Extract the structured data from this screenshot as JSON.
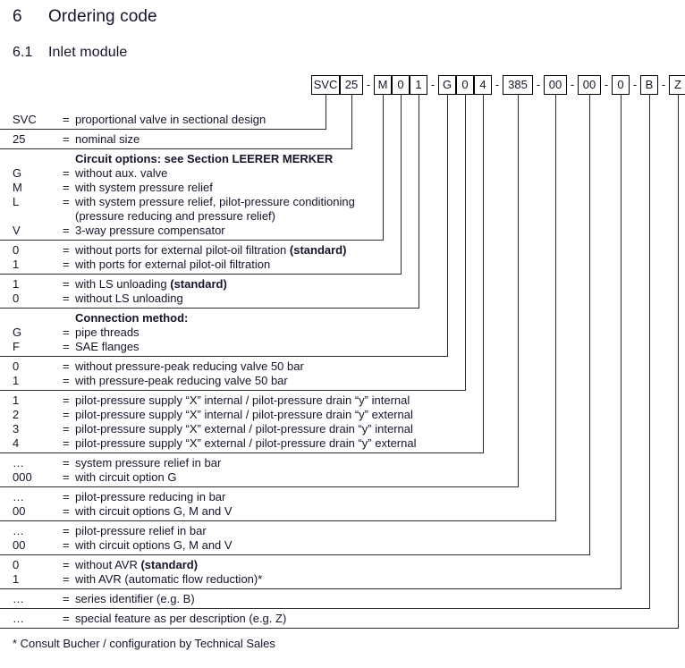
{
  "document": {
    "section_number": "6",
    "section_title": "Ordering code",
    "subsection_number": "6.1",
    "subsection_title": "Inlet module",
    "footnote": "* Consult Bucher / configuration by Technical Sales"
  },
  "code_string": {
    "segments": [
      {
        "text": "SVC",
        "type": "box"
      },
      {
        "text": "25",
        "type": "box"
      },
      {
        "text": "-",
        "type": "dash"
      },
      {
        "text": "M",
        "type": "box"
      },
      {
        "text": "0",
        "type": "box"
      },
      {
        "text": "1",
        "type": "box"
      },
      {
        "text": "-",
        "type": "dash"
      },
      {
        "text": "G",
        "type": "box"
      },
      {
        "text": "0",
        "type": "box"
      },
      {
        "text": "4",
        "type": "box"
      },
      {
        "text": "-",
        "type": "dash"
      },
      {
        "text": "385",
        "type": "box"
      },
      {
        "text": "-",
        "type": "dash"
      },
      {
        "text": "00",
        "type": "box"
      },
      {
        "text": "-",
        "type": "dash"
      },
      {
        "text": "00",
        "type": "box"
      },
      {
        "text": "-",
        "type": "dash"
      },
      {
        "text": "0",
        "type": "box"
      },
      {
        "text": "-",
        "type": "dash"
      },
      {
        "text": "B",
        "type": "box"
      },
      {
        "text": "-",
        "type": "dash"
      },
      {
        "text": "Z",
        "type": "box"
      }
    ]
  },
  "groups": [
    {
      "id": "designation",
      "rows": [
        {
          "code": "SVC",
          "eq": "=",
          "desc": "proportional valve in sectional design"
        }
      ]
    },
    {
      "id": "nominal-size",
      "rows": [
        {
          "code": "25",
          "eq": "=",
          "desc": "nominal size"
        }
      ]
    },
    {
      "id": "circuit-options",
      "heading": "Circuit options: see Section LEERER MERKER",
      "rows": [
        {
          "code": "G",
          "eq": "=",
          "desc": "without aux. valve"
        },
        {
          "code": "M",
          "eq": "=",
          "desc": "with system pressure relief"
        },
        {
          "code": "L",
          "eq": "=",
          "desc": "with system pressure relief, pilot-pressure conditioning"
        },
        {
          "code": "",
          "eq": "",
          "desc": "(pressure reducing and pressure relief)"
        },
        {
          "code": "V",
          "eq": "=",
          "desc": "3-way pressure compensator"
        }
      ]
    },
    {
      "id": "pilot-oil-filtration",
      "rows": [
        {
          "code": "0",
          "eq": "=",
          "desc": "without ports for external pilot-oil filtration ",
          "bold_suffix": "(standard)"
        },
        {
          "code": "1",
          "eq": "=",
          "desc": "with ports for external pilot-oil filtration"
        }
      ]
    },
    {
      "id": "ls-unloading",
      "rows": [
        {
          "code": "1",
          "eq": "=",
          "desc": "with LS unloading ",
          "bold_suffix": "(standard)"
        },
        {
          "code": "0",
          "eq": "=",
          "desc": "without LS unloading"
        }
      ]
    },
    {
      "id": "connection-method",
      "heading": "Connection method:",
      "rows": [
        {
          "code": "G",
          "eq": "=",
          "desc": "pipe threads"
        },
        {
          "code": "F",
          "eq": "=",
          "desc": "SAE flanges"
        }
      ]
    },
    {
      "id": "pressure-peak-reducing",
      "rows": [
        {
          "code": "0",
          "eq": "=",
          "desc": "without pressure-peak reducing valve 50 bar"
        },
        {
          "code": "1",
          "eq": "=",
          "desc": "with pressure-peak reducing valve 50 bar"
        }
      ]
    },
    {
      "id": "pilot-pressure-supply-drain",
      "rows": [
        {
          "code": "1",
          "eq": "=",
          "desc": "pilot-pressure supply “X” internal / pilot-pressure drain “y” internal"
        },
        {
          "code": "2",
          "eq": "=",
          "desc": "pilot-pressure supply “X” internal / pilot-pressure drain “y” external"
        },
        {
          "code": "3",
          "eq": "=",
          "desc": "pilot-pressure supply “X” external / pilot-pressure drain “y” internal"
        },
        {
          "code": "4",
          "eq": "=",
          "desc": "pilot-pressure supply “X” external / pilot-pressure drain “y” external"
        }
      ]
    },
    {
      "id": "system-pressure-relief",
      "rows": [
        {
          "code": "…",
          "eq": "=",
          "desc": "system pressure relief in bar"
        },
        {
          "code": "000",
          "eq": "=",
          "desc": "with circuit option G"
        }
      ]
    },
    {
      "id": "pilot-pressure-reducing",
      "rows": [
        {
          "code": "…",
          "eq": "=",
          "desc": "pilot-pressure reducing in bar"
        },
        {
          "code": "00",
          "eq": "=",
          "desc": "with circuit options G, M and V"
        }
      ]
    },
    {
      "id": "pilot-pressure-relief",
      "rows": [
        {
          "code": "…",
          "eq": "=",
          "desc": "pilot-pressure relief in bar"
        },
        {
          "code": "00",
          "eq": "=",
          "desc": "with circuit options G, M and V"
        }
      ]
    },
    {
      "id": "avr",
      "rows": [
        {
          "code": "0",
          "eq": "=",
          "desc": "without AVR ",
          "bold_suffix": "(standard)"
        },
        {
          "code": "1",
          "eq": "=",
          "desc": "with AVR (automatic flow reduction)*"
        }
      ]
    },
    {
      "id": "series-identifier",
      "rows": [
        {
          "code": "…",
          "eq": "=",
          "desc": "series identifier (e.g. B)"
        }
      ]
    },
    {
      "id": "special-feature",
      "rows": [
        {
          "code": "…",
          "eq": "=",
          "desc": "special feature as per description (e.g. Z)"
        }
      ]
    }
  ],
  "colors": {
    "line": "#2b2b2b",
    "text": "#14142b",
    "background": "#ffffff"
  }
}
